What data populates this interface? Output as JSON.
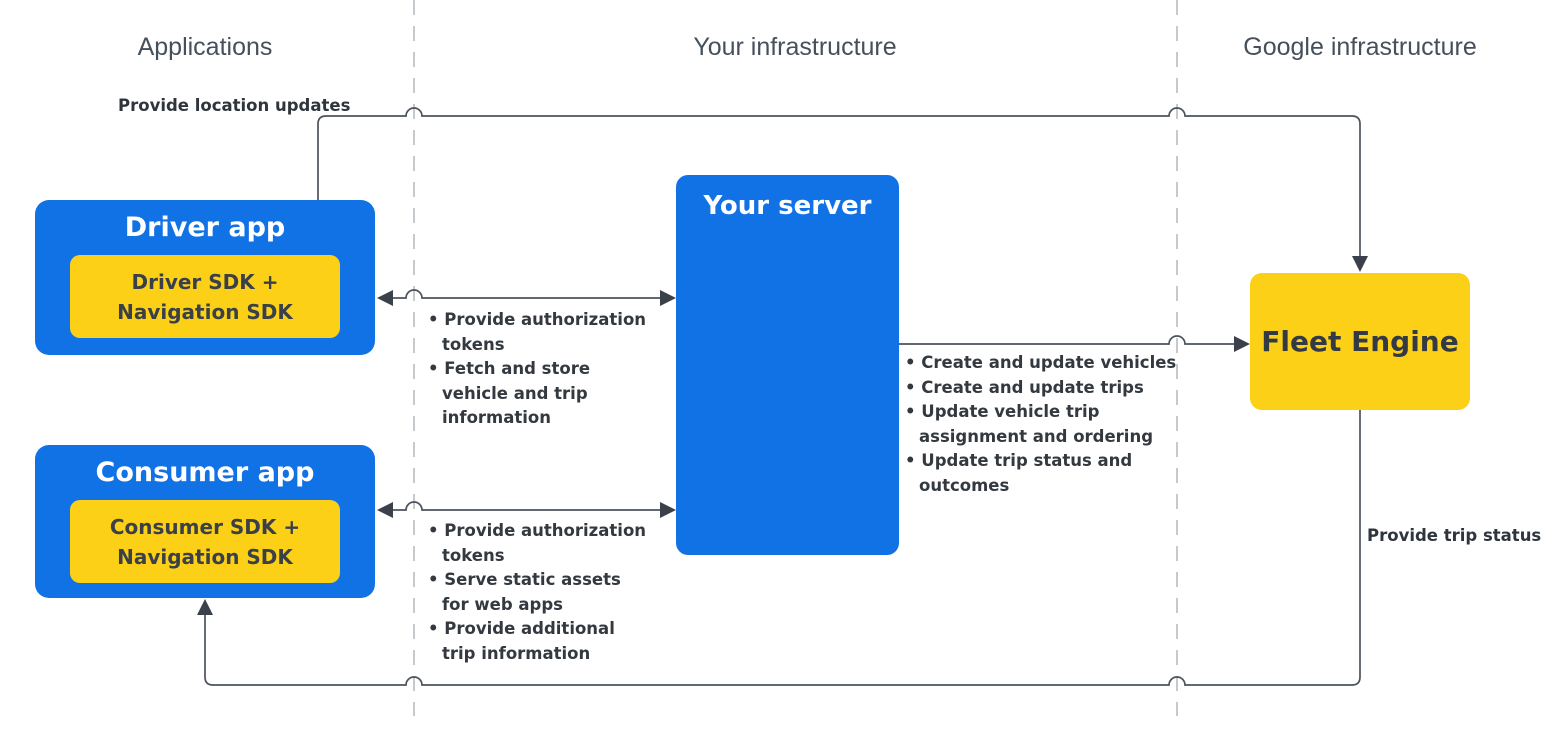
{
  "headers": {
    "applications": "Applications",
    "your_infrastructure": "Your infrastructure",
    "google_infrastructure": "Google infrastructure"
  },
  "labels": {
    "provide_location_updates": "Provide location updates",
    "provide_trip_status": "Provide trip status"
  },
  "nodes": {
    "driver_app": {
      "title": "Driver app",
      "sdk_line1": "Driver SDK +",
      "sdk_line2": "Navigation SDK"
    },
    "consumer_app": {
      "title": "Consumer app",
      "sdk_line1": "Consumer SDK +",
      "sdk_line2": "Navigation SDK"
    },
    "your_server": {
      "title": "Your server"
    },
    "fleet_engine": {
      "title": "Fleet Engine"
    }
  },
  "edges": {
    "driver_server": {
      "items": [
        "Provide authorization tokens",
        "Fetch and store vehicle and trip information"
      ]
    },
    "consumer_server": {
      "items": [
        "Provide authorization tokens",
        "Serve static assets for web apps",
        "Provide additional trip information"
      ]
    },
    "server_fleet": {
      "items": [
        "Create and update vehicles",
        "Create and update trips",
        "Update vehicle trip assignment and ordering",
        "Update trip status and outcomes"
      ]
    }
  },
  "colors": {
    "node_blue": "#1172E6",
    "node_yellow": "#FCD017",
    "connector": "#4C535B",
    "arrowhead": "#3A414B",
    "lane_divider": "#C5CACF",
    "header_text": "#46505C",
    "dark_text": "#33393F"
  }
}
